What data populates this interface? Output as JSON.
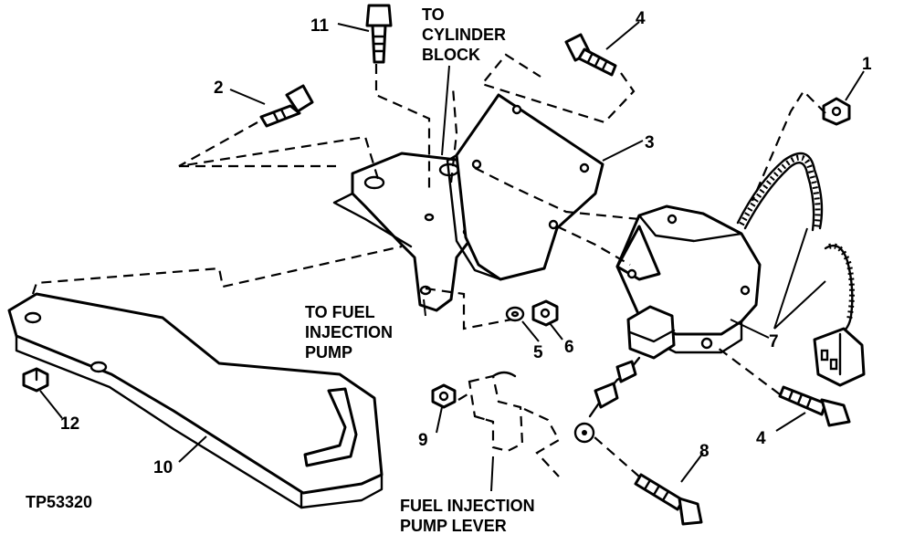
{
  "figure_id": "TP53320",
  "labels": {
    "to_cylinder_block": [
      "TO",
      "CYLINDER",
      "BLOCK"
    ],
    "to_fuel_injection_pump": [
      "TO FUEL",
      "INJECTION",
      "PUMP"
    ],
    "fuel_injection_pump_lever": [
      "FUEL INJECTION",
      "PUMP LEVER"
    ]
  },
  "callouts": {
    "c1": "1",
    "c2": "2",
    "c3": "3",
    "c4_top": "4",
    "c4_bottom": "4",
    "c5": "5",
    "c6": "6",
    "c7": "7",
    "c8": "8",
    "c9": "9",
    "c10": "10",
    "c11": "11",
    "c12": "12"
  }
}
